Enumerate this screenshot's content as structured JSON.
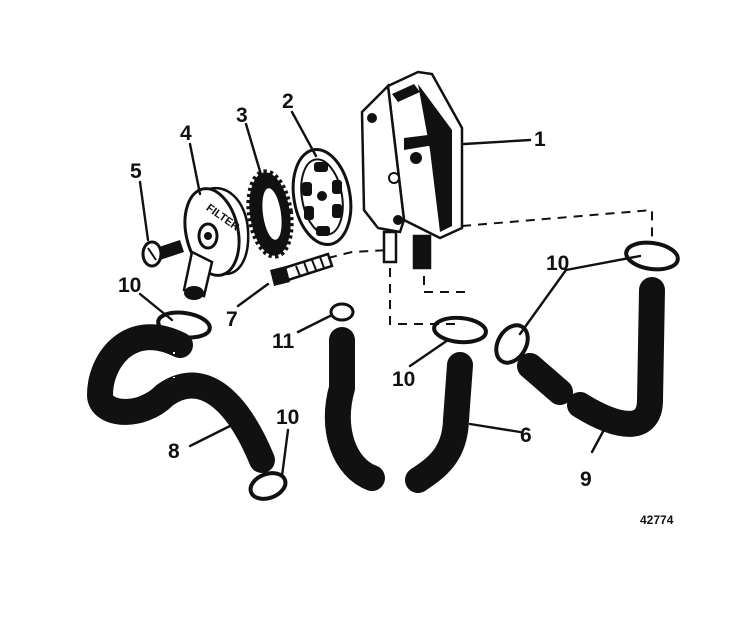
{
  "callouts": {
    "c1": "1",
    "c2": "2",
    "c3": "3",
    "c4": "4",
    "c5": "5",
    "c6": "6",
    "c7": "7",
    "c8": "8",
    "c9": "9",
    "c10a": "10",
    "c10b": "10",
    "c10c": "10",
    "c10d": "10",
    "c11": "11"
  },
  "filter_text": "FILTER",
  "figure_number": "42774"
}
